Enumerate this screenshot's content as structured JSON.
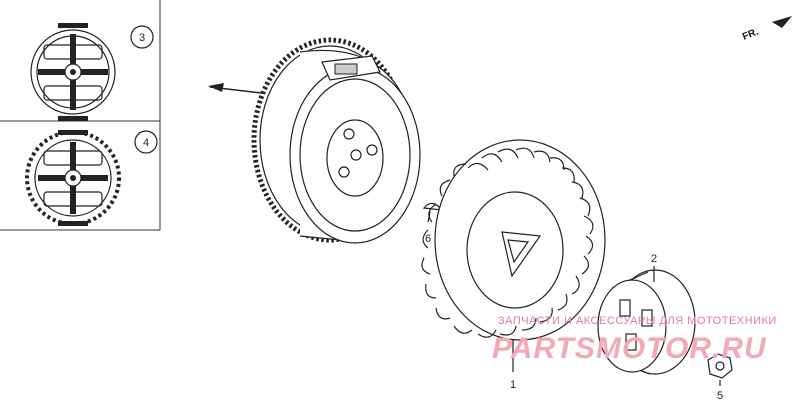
{
  "direction_label": "FR.",
  "callouts": {
    "fan": "1",
    "starter_pulley": "2",
    "type3": "3",
    "type4": "4",
    "nut": "5",
    "key": "6"
  },
  "watermark": {
    "top_text": "ЗАПЧАСТИ И АКСЕССУАРЫ ДЛЯ МОТОТЕХНИКИ",
    "brand": "PARTSMOTOR.RU"
  },
  "colors": {
    "line": "#222222",
    "watermark": "#f2a9b4"
  }
}
